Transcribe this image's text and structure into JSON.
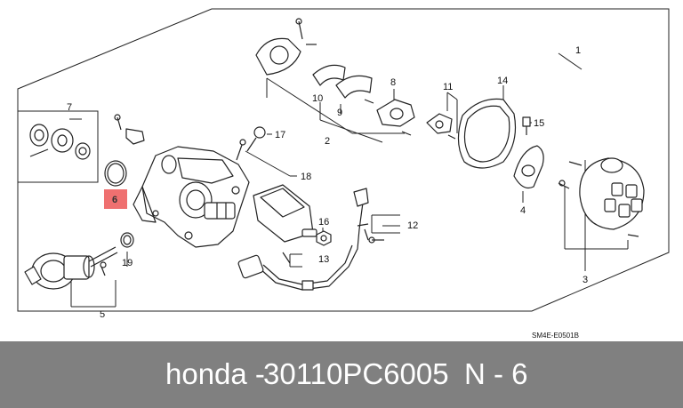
{
  "diagram": {
    "callouts": [
      "1",
      "2",
      "3",
      "4",
      "5",
      "6",
      "7",
      "8",
      "9",
      "10",
      "11",
      "12",
      "13",
      "14",
      "15",
      "16",
      "17",
      "18",
      "19"
    ],
    "highlighted_callout": "6",
    "highlight_color": "#ef7070",
    "drawing_code": "SM4E-E0501B"
  },
  "footer": {
    "brand": "honda",
    "separator": " - ",
    "part_number": "30110PC6005",
    "reference": "N - 6",
    "background": "#808080",
    "text_color": "#ffffff"
  }
}
